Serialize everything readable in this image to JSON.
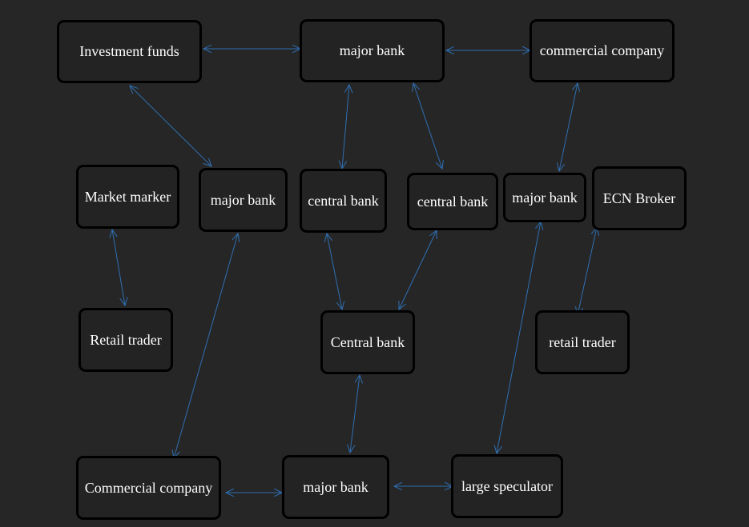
{
  "diagram": {
    "nodes": [
      {
        "id": "investment-funds",
        "label": "Investment funds"
      },
      {
        "id": "major-bank-top",
        "label": "major bank"
      },
      {
        "id": "commercial-company-top",
        "label": "commercial company"
      },
      {
        "id": "market-marker",
        "label": "Market marker"
      },
      {
        "id": "major-bank-mid-left",
        "label": "major bank"
      },
      {
        "id": "central-bank-1",
        "label": "central bank"
      },
      {
        "id": "central-bank-2",
        "label": "central bank"
      },
      {
        "id": "major-bank-mid-right",
        "label": "major bank"
      },
      {
        "id": "ecn-broker",
        "label": "ECN Broker"
      },
      {
        "id": "retail-trader-left",
        "label": "Retail trader"
      },
      {
        "id": "central-bank-main",
        "label": "Central bank"
      },
      {
        "id": "retail-trader-right",
        "label": "retail trader"
      },
      {
        "id": "commercial-company-bottom",
        "label": "Commercial company"
      },
      {
        "id": "major-bank-bottom",
        "label": "major bank"
      },
      {
        "id": "large-speculator",
        "label": "large speculator"
      }
    ],
    "edges": [
      {
        "from": "investment-funds",
        "to": "major-bank-top",
        "bidirectional": true
      },
      {
        "from": "major-bank-top",
        "to": "commercial-company-top",
        "bidirectional": true
      },
      {
        "from": "investment-funds",
        "to": "major-bank-mid-left",
        "bidirectional": true
      },
      {
        "from": "major-bank-top",
        "to": "central-bank-1",
        "bidirectional": true
      },
      {
        "from": "major-bank-top",
        "to": "central-bank-2",
        "bidirectional": true
      },
      {
        "from": "commercial-company-top",
        "to": "major-bank-mid-right",
        "bidirectional": true
      },
      {
        "from": "market-marker",
        "to": "retail-trader-left",
        "bidirectional": true
      },
      {
        "from": "central-bank-1",
        "to": "central-bank-main",
        "bidirectional": true
      },
      {
        "from": "central-bank-2",
        "to": "central-bank-main",
        "bidirectional": true
      },
      {
        "from": "ecn-broker",
        "to": "retail-trader-right",
        "bidirectional": true
      },
      {
        "from": "major-bank-mid-left",
        "to": "commercial-company-bottom",
        "bidirectional": true
      },
      {
        "from": "major-bank-mid-right",
        "to": "large-speculator",
        "bidirectional": true
      },
      {
        "from": "central-bank-main",
        "to": "major-bank-bottom",
        "bidirectional": true
      },
      {
        "from": "commercial-company-bottom",
        "to": "major-bank-bottom",
        "bidirectional": true
      },
      {
        "from": "major-bank-bottom",
        "to": "large-speculator",
        "bidirectional": true
      }
    ],
    "colors": {
      "background": "#262626",
      "node_fill": "#232323",
      "node_border": "#000000",
      "node_text": "#ffffff",
      "edge": "#2f6fb3"
    }
  }
}
